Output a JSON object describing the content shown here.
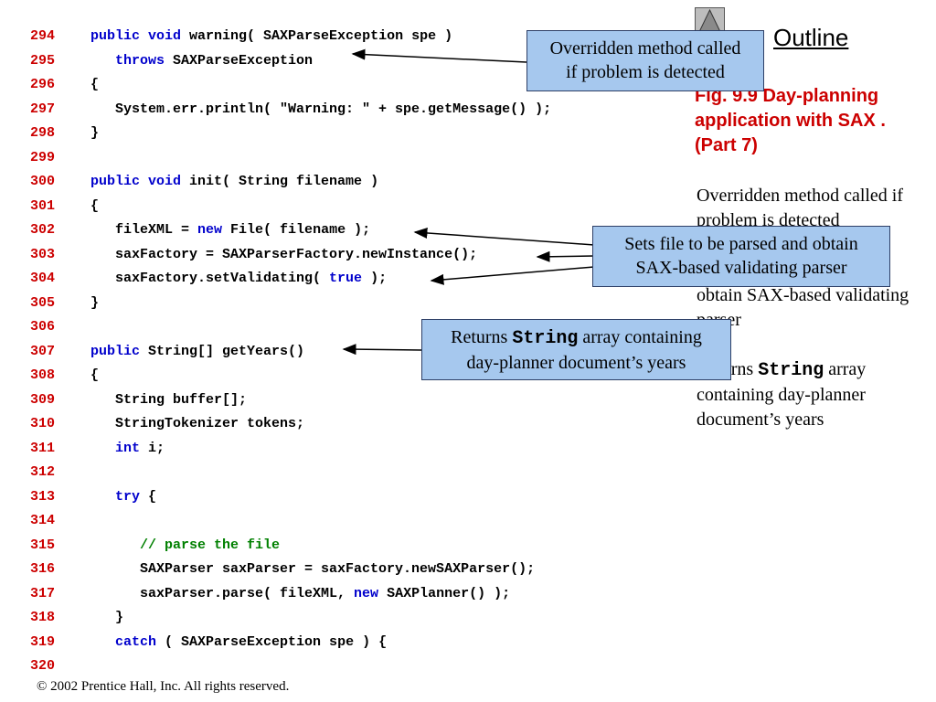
{
  "code": {
    "lines": [
      {
        "n": "294",
        "segs": [
          {
            "t": "public void",
            "c": "kw"
          },
          {
            "t": " warning( SAXParseException spe )",
            "c": ""
          }
        ]
      },
      {
        "n": "295",
        "segs": [
          {
            "t": "   ",
            "c": ""
          },
          {
            "t": "throws",
            "c": "kw"
          },
          {
            "t": " SAXParseException",
            "c": ""
          }
        ]
      },
      {
        "n": "296",
        "segs": [
          {
            "t": "{",
            "c": ""
          }
        ]
      },
      {
        "n": "297",
        "segs": [
          {
            "t": "   System.err.println( \"Warning: \" + spe.getMessage() );",
            "c": ""
          }
        ]
      },
      {
        "n": "298",
        "segs": [
          {
            "t": "}",
            "c": ""
          }
        ]
      },
      {
        "n": "299",
        "segs": []
      },
      {
        "n": "300",
        "segs": [
          {
            "t": "public void",
            "c": "kw"
          },
          {
            "t": " init( String filename )",
            "c": ""
          }
        ]
      },
      {
        "n": "301",
        "segs": [
          {
            "t": "{",
            "c": ""
          }
        ]
      },
      {
        "n": "302",
        "segs": [
          {
            "t": "   fileXML = ",
            "c": ""
          },
          {
            "t": "new",
            "c": "kw"
          },
          {
            "t": " File( filename );",
            "c": ""
          }
        ]
      },
      {
        "n": "303",
        "segs": [
          {
            "t": "   saxFactory = SAXParserFactory.newInstance();",
            "c": ""
          }
        ]
      },
      {
        "n": "304",
        "segs": [
          {
            "t": "   saxFactory.setValidating( ",
            "c": ""
          },
          {
            "t": "true",
            "c": "kw"
          },
          {
            "t": " );",
            "c": ""
          }
        ]
      },
      {
        "n": "305",
        "segs": [
          {
            "t": "}",
            "c": ""
          }
        ]
      },
      {
        "n": "306",
        "segs": []
      },
      {
        "n": "307",
        "segs": [
          {
            "t": "public",
            "c": "kw"
          },
          {
            "t": " String[] getYears()",
            "c": ""
          }
        ]
      },
      {
        "n": "308",
        "segs": [
          {
            "t": "{",
            "c": ""
          }
        ]
      },
      {
        "n": "309",
        "segs": [
          {
            "t": "   String buffer[];",
            "c": ""
          }
        ]
      },
      {
        "n": "310",
        "segs": [
          {
            "t": "   StringTokenizer tokens;",
            "c": ""
          }
        ]
      },
      {
        "n": "311",
        "segs": [
          {
            "t": "   ",
            "c": ""
          },
          {
            "t": "int",
            "c": "kw"
          },
          {
            "t": " i;",
            "c": ""
          }
        ]
      },
      {
        "n": "312",
        "segs": []
      },
      {
        "n": "313",
        "segs": [
          {
            "t": "   ",
            "c": ""
          },
          {
            "t": "try",
            "c": "kw"
          },
          {
            "t": " {",
            "c": ""
          }
        ]
      },
      {
        "n": "314",
        "segs": []
      },
      {
        "n": "315",
        "segs": [
          {
            "t": "      ",
            "c": ""
          },
          {
            "t": "// parse the file",
            "c": "cm"
          }
        ]
      },
      {
        "n": "316",
        "segs": [
          {
            "t": "      SAXParser saxParser = saxFactory.newSAXParser();",
            "c": ""
          }
        ]
      },
      {
        "n": "317",
        "segs": [
          {
            "t": "      saxParser.parse( fileXML, ",
            "c": ""
          },
          {
            "t": "new",
            "c": "kw"
          },
          {
            "t": " SAXPlanner() );",
            "c": ""
          }
        ]
      },
      {
        "n": "318",
        "segs": [
          {
            "t": "   }",
            "c": ""
          }
        ]
      },
      {
        "n": "319",
        "segs": [
          {
            "t": "   ",
            "c": ""
          },
          {
            "t": "catch",
            "c": "kw"
          },
          {
            "t": " ( SAXParseException spe ) {",
            "c": ""
          }
        ]
      },
      {
        "n": "320",
        "segs": []
      }
    ]
  },
  "callouts": {
    "c1_line1": "Overridden method called",
    "c1_line2": "if problem is detected",
    "c2_line1": "Sets file to be parsed and obtain",
    "c2_line2": "SAX-based validating parser",
    "c3_pre": "Returns ",
    "c3_mono": "String",
    "c3_post": " array containing",
    "c3_line2": "day-planner document’s years"
  },
  "side": {
    "outline": "Outline",
    "fig_title": "Fig. 9.9    Day-planning application with SAX . (Part 7)",
    "p1": "Overridden method called if problem is detected",
    "p2": "Sets file to be parsed and obtain SAX-based validating parser",
    "p3_pre": "Returns ",
    "p3_mono": "String",
    "p3_post": " array containing day-planner document’s years"
  },
  "footer": {
    "copyright": "© 2002 Prentice Hall, Inc.  All rights reserved."
  },
  "colors": {
    "line_number": "#cc0000",
    "keyword": "#0000cc",
    "comment": "#008000",
    "callout_bg": "#a6c8ee",
    "fig_title": "#cc0000"
  },
  "icons": {
    "nav": "up-triangle-icon"
  }
}
